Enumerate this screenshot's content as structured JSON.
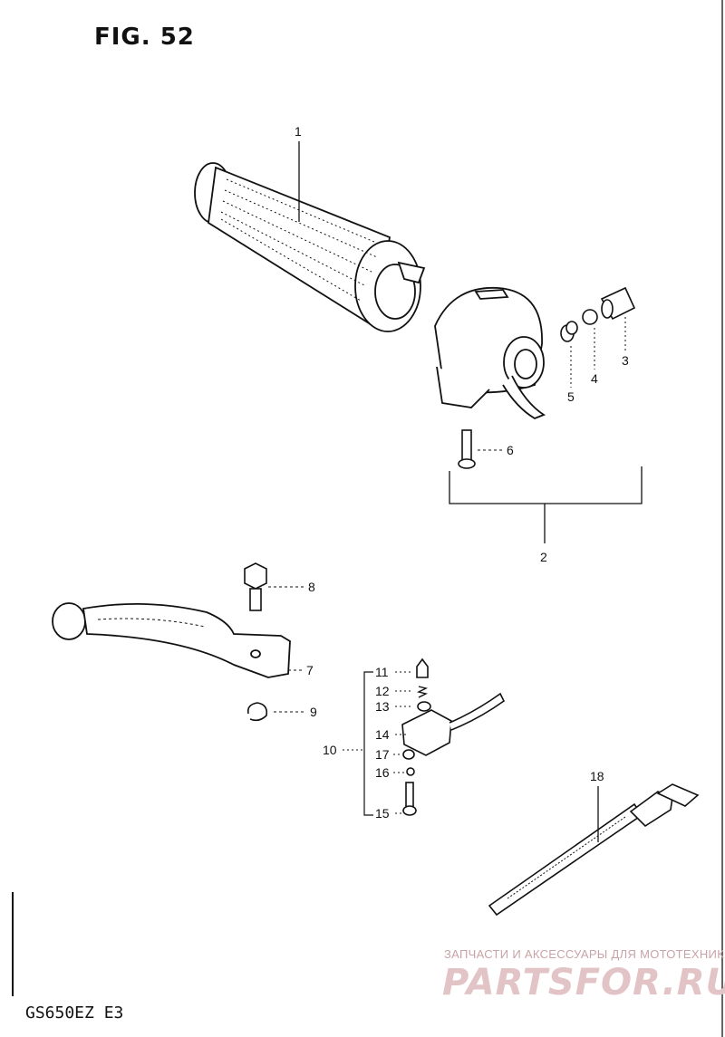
{
  "figure": {
    "title": "FIG. 52",
    "model_code": "GS650EZ  E3"
  },
  "callouts": [
    {
      "id": "1",
      "label": "1"
    },
    {
      "id": "2",
      "label": "2"
    },
    {
      "id": "3",
      "label": "3"
    },
    {
      "id": "4",
      "label": "4"
    },
    {
      "id": "5",
      "label": "5"
    },
    {
      "id": "6",
      "label": "6"
    },
    {
      "id": "7",
      "label": "7"
    },
    {
      "id": "8",
      "label": "8"
    },
    {
      "id": "9",
      "label": "9"
    },
    {
      "id": "10",
      "label": "10"
    },
    {
      "id": "11",
      "label": "11"
    },
    {
      "id": "12",
      "label": "12"
    },
    {
      "id": "13",
      "label": "13"
    },
    {
      "id": "14",
      "label": "14"
    },
    {
      "id": "15",
      "label": "15"
    },
    {
      "id": "16",
      "label": "16"
    },
    {
      "id": "17",
      "label": "17"
    },
    {
      "id": "18",
      "label": "18"
    }
  ],
  "watermark": {
    "line1": "ЗАПЧАСТИ И АКСЕССУАРЫ ДЛЯ МОТОТЕХНИКИ",
    "line2": "PARTSFOR.RU"
  },
  "colors": {
    "ink": "#111111",
    "watermark": "#e2c3c6"
  }
}
